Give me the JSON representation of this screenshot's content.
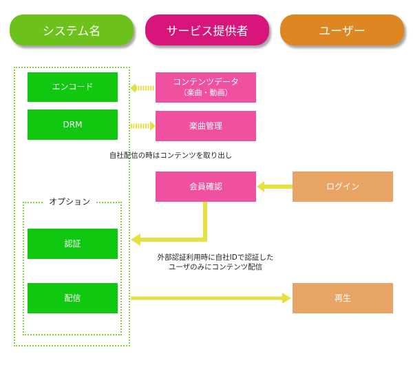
{
  "headers": {
    "system": "システム名",
    "provider": "サービス提供者",
    "user": "ユーザー"
  },
  "system_boxes": {
    "encode": "エンコード",
    "drm": "DRM",
    "option_label": "オプション",
    "auth": "認証",
    "delivery": "配信"
  },
  "provider_boxes": {
    "contents_data_line1": "コンテンツデータ",
    "contents_data_line2": "（楽曲・動画）",
    "music_management": "楽曲管理",
    "member_check": "会員確認"
  },
  "user_boxes": {
    "login": "ログイン",
    "playback": "再生"
  },
  "notes": {
    "self_delivery": "自社配信の時はコンテンツを取り出し",
    "external_auth_line1": "外部認証利用時に自社IDで認証した",
    "external_auth_line2": "ユーザのみにコンテンツ配信"
  },
  "colors": {
    "system": "#6cc21a",
    "provider": "#d8157a",
    "user": "#de8722",
    "green_box": "#10c810",
    "pink_box": "#f050a0",
    "orange_box": "#e8a464",
    "arrow": "#e6e040"
  }
}
